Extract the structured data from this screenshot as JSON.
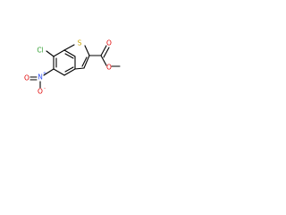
{
  "molecule": {
    "atoms": {
      "sulfur": {
        "label": "S",
        "color": "#c8a400"
      },
      "chlorine": {
        "label": "Cl",
        "color": "#2f9e2f"
      },
      "nitro_nitrogen": {
        "label": "N",
        "color": "#3050f8",
        "charge": "+"
      },
      "nitro_oxygen_top": {
        "label": "O",
        "color": "#e00000"
      },
      "nitro_oxygen_bottom": {
        "label": "O",
        "color": "#e00000",
        "charge": "-"
      },
      "ester_carbonyl_oxygen": {
        "label": "O",
        "color": "#e00000"
      },
      "ester_ether_oxygen": {
        "label": "O",
        "color": "#e00000"
      }
    }
  }
}
